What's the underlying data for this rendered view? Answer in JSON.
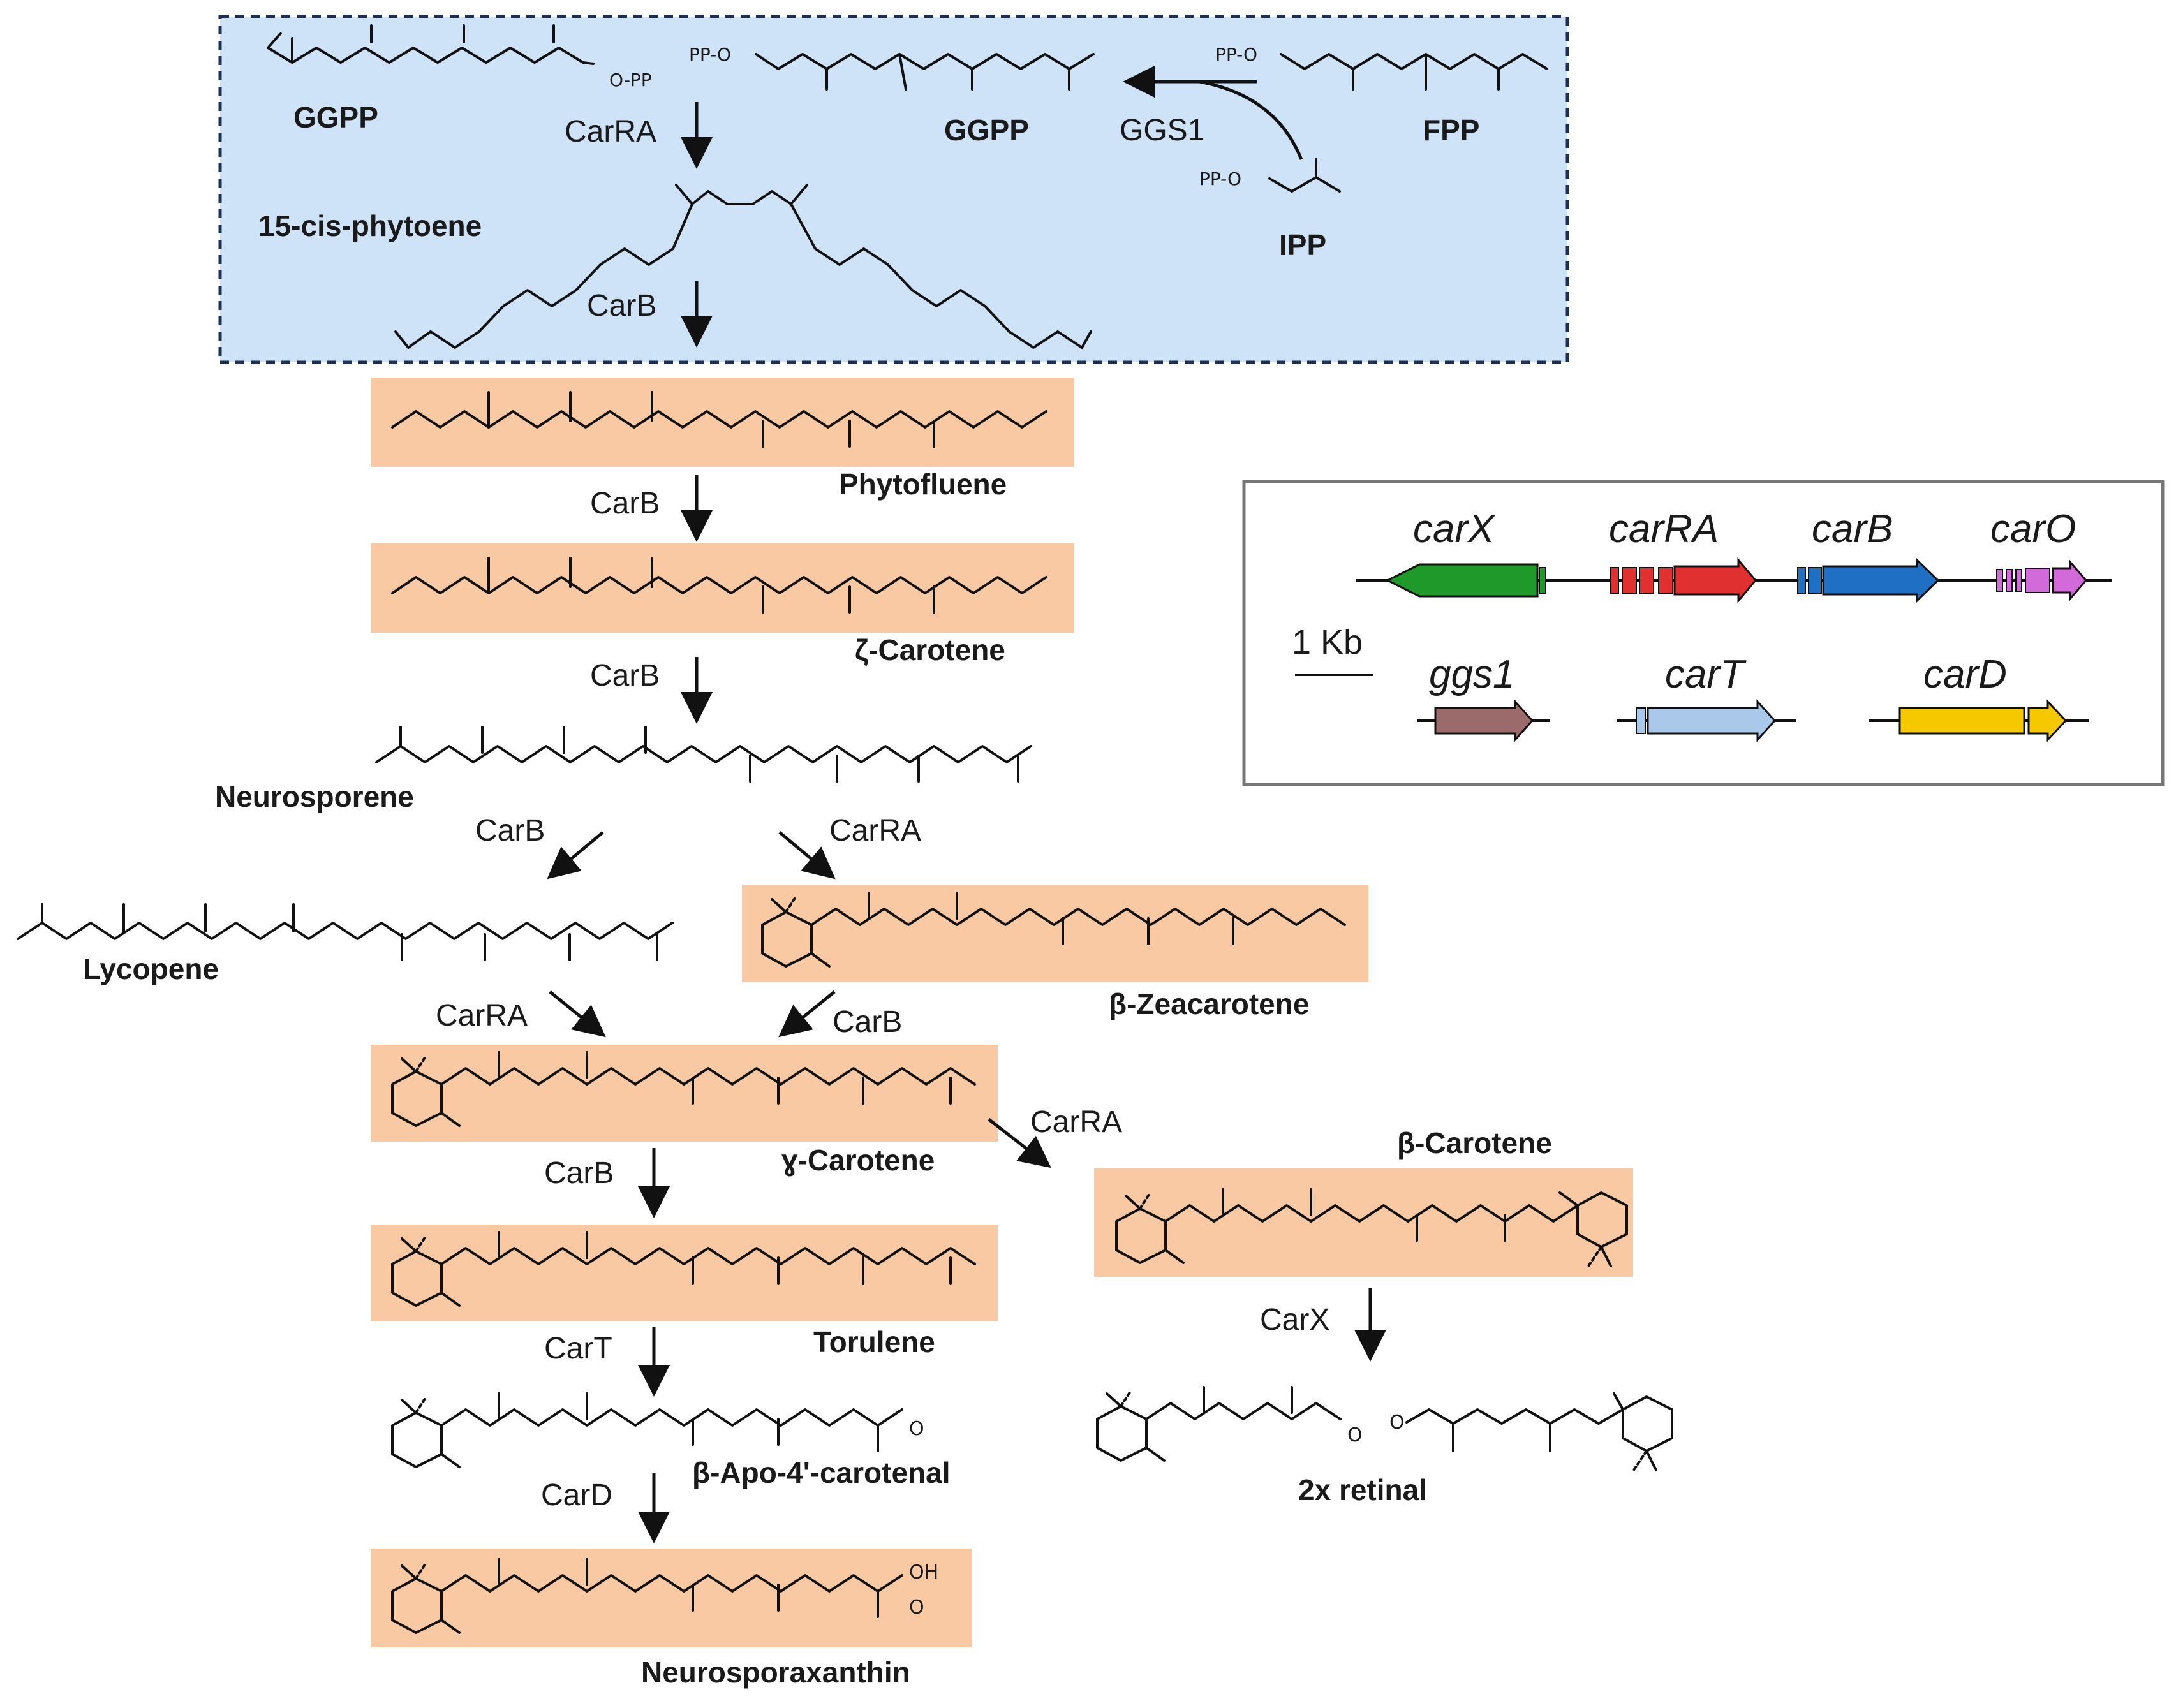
{
  "colors": {
    "upstream_box_fill": "#cfe3f8",
    "upstream_box_stroke": "#1f2f52",
    "product_box_fill": "#f9c9a4",
    "gene_panel_stroke": "#777777",
    "gene_colors": {
      "carX": "#1f9a2a",
      "carRA": "#e03030",
      "carB": "#1f6fc5",
      "carO": "#d36ad9",
      "ggs1": "#9b6b6b",
      "carT": "#a9c8ea",
      "carD": "#f5c800"
    }
  },
  "labels": {
    "ggpp_left": "GGPP",
    "ggpp_right": "GGPP",
    "fpp": "FPP",
    "ipp": "IPP",
    "phytoene": "15-cis-phytoene",
    "phytofluene": "Phytofluene",
    "zeta_carotene": "ζ-Carotene",
    "neurosporene": "Neurosporene",
    "lycopene": "Lycopene",
    "beta_zeacarotene": "β-Zeacarotene",
    "gamma_carotene": "ɣ-Carotene",
    "beta_carotene": "β-Carotene",
    "torulene": "Torulene",
    "beta_apo": "β-Apo-4'-carotenal",
    "retinal": "2x retinal",
    "neurosporaxanthin": "Neurosporaxanthin"
  },
  "chem_text": {
    "o_pp": "O-PP",
    "pp_o": "PP-O",
    "o": "O",
    "oh": "OH"
  },
  "enzymes": {
    "carRA_1": "CarRA",
    "ggs1": "GGS1",
    "carB_1": "CarB",
    "carB_2": "CarB",
    "carB_3": "CarB",
    "carB_4": "CarB",
    "carRA_2": "CarRA",
    "carRA_3": "CarRA",
    "carB_5": "CarB",
    "carRA_4": "CarRA",
    "carB_6": "CarB",
    "carX": "CarX",
    "carT": "CarT",
    "carD": "CarD"
  },
  "gene_panel": {
    "genes_row1": [
      "carX",
      "carRA",
      "carB",
      "carO"
    ],
    "genes_row2": [
      "ggs1",
      "carT",
      "carD"
    ],
    "scale_label": "1 Kb"
  }
}
